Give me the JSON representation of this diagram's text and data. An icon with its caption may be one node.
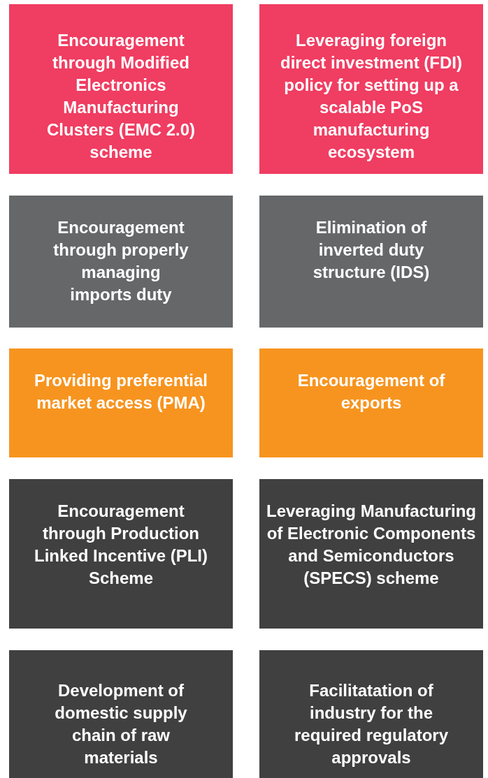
{
  "diagram": {
    "nodes": [
      {
        "text": [
          "Encouragement through Modified Electronics Manufacturing Clusters (EMC 2.0) scheme"
        ]
      },
      {
        "text": [
          "Leveraging foreign direct investment (FDI) policy for setting up a scalable PoS manufacturing ecosystem"
        ]
      },
      {
        "text": [
          "Encouragement through properly managing imports duty"
        ]
      },
      {
        "text": [
          "Elimination of inverted duty structure (IDS)"
        ]
      },
      {
        "text": [
          "Providing preferential market access (PMA)"
        ]
      },
      {
        "text": [
          "Encouragement of exports"
        ]
      },
      {
        "text": [
          "Encouragement through Production Linked Incentive (PLI) Scheme"
        ]
      },
      {
        "text": [
          "Leveraging Manufacturing of Electronic Components and Semiconductors (SPECS) scheme"
        ]
      },
      {
        "text": [
          "Development of domestic supply chain of raw materials"
        ]
      },
      {
        "text": [
          "Facilitatation of industry for the required regulatory approvals"
        ]
      }
    ]
  }
}
